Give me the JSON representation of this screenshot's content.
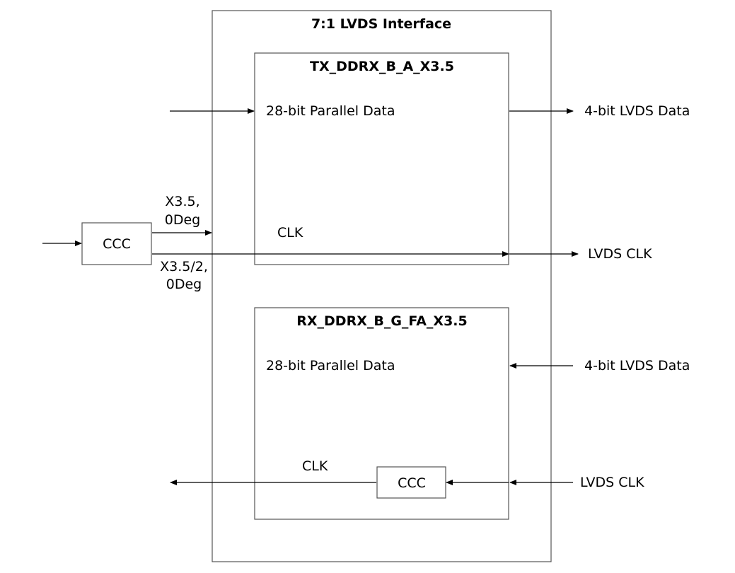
{
  "outer": {
    "title": "7:1 LVDS Interface"
  },
  "tx_block": {
    "title": "TX_DDRX_B_A_X3.5",
    "data_label": "28-bit Parallel Data",
    "clk_label": "CLK"
  },
  "rx_block": {
    "title": "RX_DDRX_B_G_FA_X3.5",
    "data_label": "28-bit Parallel Data",
    "clk_label": "CLK",
    "ccc_label": "CCC"
  },
  "ccc_left": {
    "label": "CCC",
    "out1_line1": "X3.5,",
    "out1_line2": "0Deg",
    "out2_line1": "X3.5/2,",
    "out2_line2": "0Deg"
  },
  "right_labels": {
    "tx_data_out": "4-bit LVDS Data",
    "tx_clk_out": "LVDS CLK",
    "rx_data_in": "4-bit LVDS Data",
    "rx_clk_in": "LVDS CLK"
  }
}
